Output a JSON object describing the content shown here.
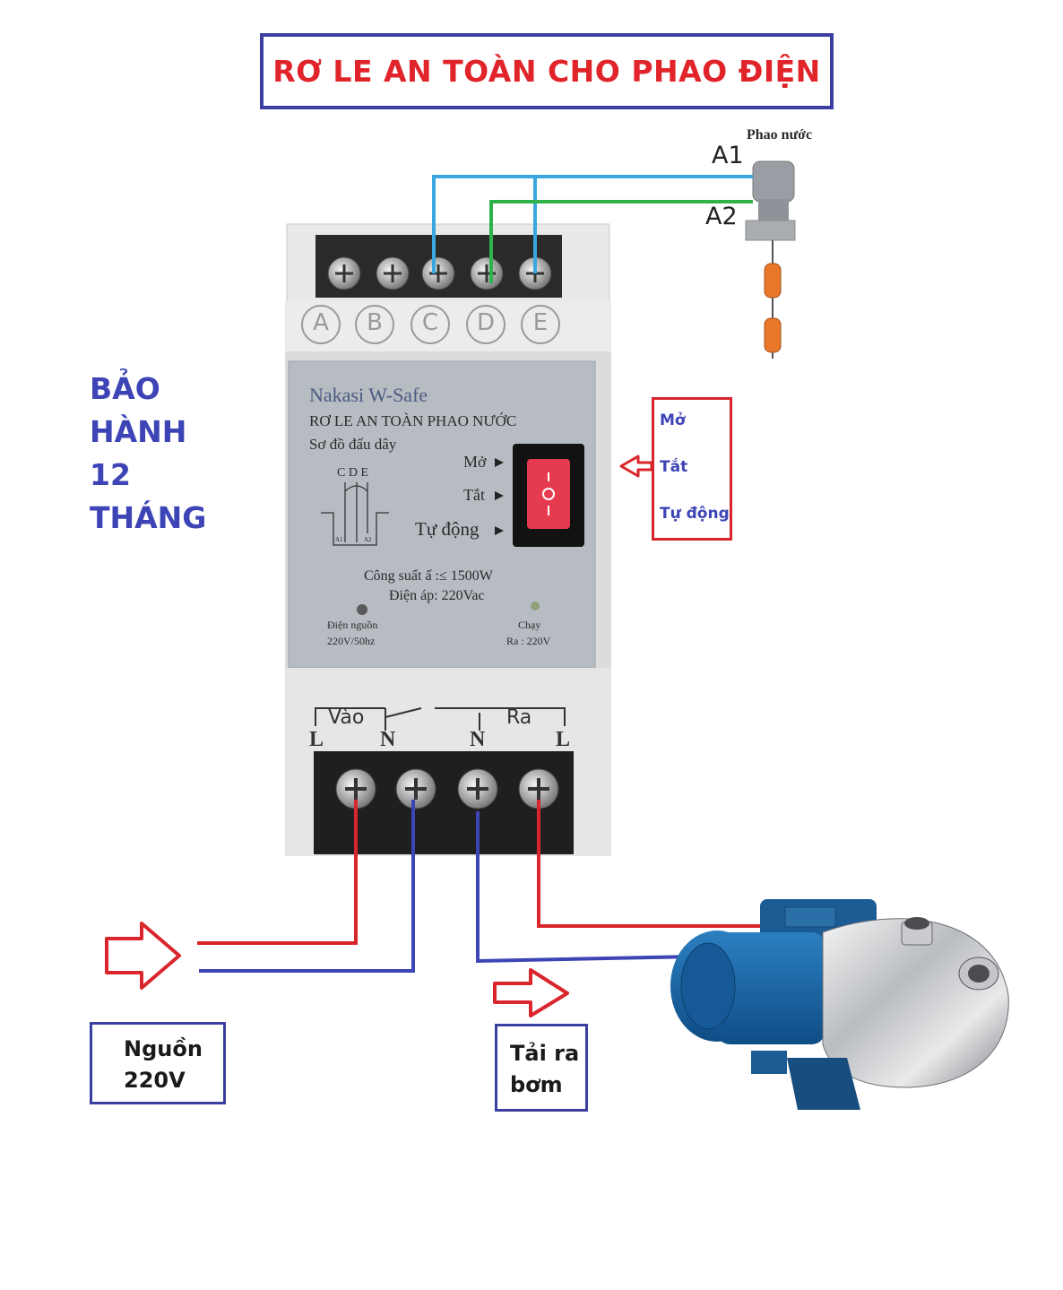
{
  "title": "RƠ LE AN TOÀN CHO PHAO ĐIỆN",
  "warranty": [
    "BẢO",
    "HÀNH",
    "12",
    "THÁNG"
  ],
  "float_switch": {
    "label": "Phao nước",
    "terminal_1": "A1",
    "terminal_2": "A2"
  },
  "relay": {
    "top_terminals": [
      "A",
      "B",
      "C",
      "D",
      "E"
    ],
    "brand": "Nakasi W-Safe",
    "product_name": "RƠ LE AN TOÀN PHAO NƯỚC",
    "wiring_heading": "Sơ đồ đấu dây",
    "wiring_letters": "C D E",
    "wiring_a1": "A1",
    "wiring_a2": "A2",
    "switch_positions": [
      "Mở",
      "Tắt",
      "Tự động"
    ],
    "power_rating": "Công suất ấ :≤ 1500W",
    "voltage": "Điện áp: 220Vac",
    "power_led_label": "Điện nguồn",
    "power_led_spec": "220V/50hz",
    "run_led_label": "Chạy",
    "run_led_spec": "Ra : 220V",
    "input_label": "Vào",
    "output_label": "Ra",
    "bottom_terminals": [
      "L",
      "N",
      "N",
      "L"
    ]
  },
  "mode_callout": [
    "Mở",
    "Tắt",
    "Tự động"
  ],
  "source_label": [
    "Nguồn",
    "220V"
  ],
  "load_label": [
    "Tải ra",
    "bơm"
  ],
  "colors": {
    "title": "#e0242a",
    "frame": "#3b3fa0",
    "wire_a1": "#3aa7e0",
    "wire_a2": "#2fb24a",
    "wire_live": "#d9262c",
    "wire_neutral": "#3d44b5",
    "switch": "#e63a4e"
  }
}
